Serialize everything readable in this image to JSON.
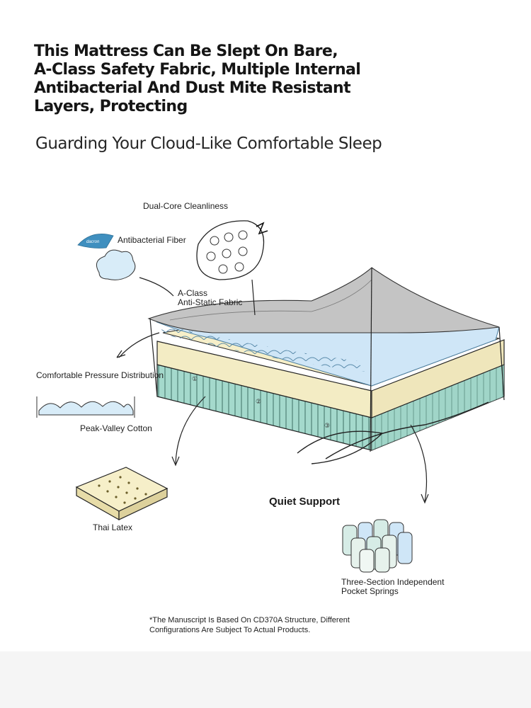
{
  "headline": {
    "lines": [
      "This Mattress Can Be Slept On Bare,",
      "A-Class Safety Fabric, Multiple Internal",
      "Antibacterial And Dust Mite Resistant",
      "Layers, Protecting"
    ]
  },
  "subhead": "Guarding Your Cloud-Like Comfortable Sleep",
  "labels": {
    "dual_core": "Dual-Core Cleanliness",
    "antibacterial_fiber": "Antibacterial Fiber",
    "anti_static": [
      "A-Class",
      "Anti-Static Fabric"
    ],
    "pressure": "Comfortable Pressure Distribution",
    "peak_valley": "Peak-Valley Cotton",
    "thai_latex": "Thai Latex",
    "quiet_support": "Quiet Support",
    "pocket_springs": [
      "Three-Section Independent",
      "Pocket Springs"
    ]
  },
  "badge_text": "dacron",
  "layer_markers": [
    "①",
    "②",
    "③"
  ],
  "note": [
    "*The Manuscript Is Based On CD370A Structure, Different",
    "Configurations Are Subject To Actual Products."
  ],
  "colors": {
    "ink": "#1b1b1b",
    "cloud_blue": "#cfe6f7",
    "foam_cream": "#f3ecc4",
    "spring_teal": "#8fd0c2",
    "fabric_grey": "#bfbfbf",
    "badge_blue": "#3f8fbf"
  }
}
